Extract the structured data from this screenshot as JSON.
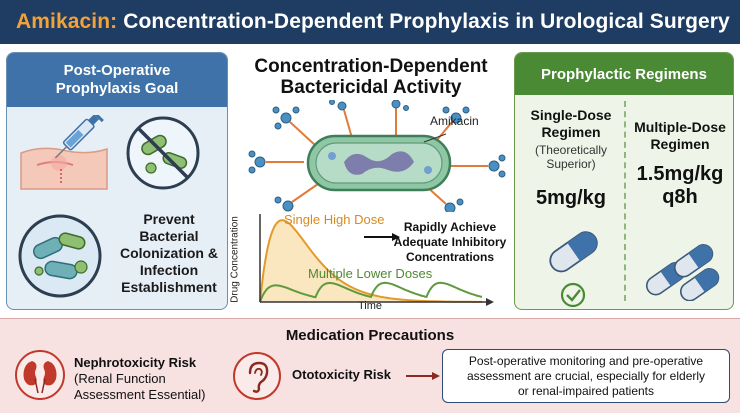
{
  "header": {
    "drug": "Amikacin:",
    "title": " Concentration-Dependent Prophylaxis in Urological Surgery"
  },
  "left_panel": {
    "heading_line1": "Post-Operative",
    "heading_line2": "Prophylaxis Goal",
    "goal_line1": "Prevent",
    "goal_line2": "Bacterial",
    "goal_line3": "Colonization &",
    "goal_line4": "Infection",
    "goal_line5": "Establishment"
  },
  "center": {
    "title_line1": "Concentration-Dependent",
    "title_line2": "Bactericidal Activity",
    "drug_label": "Amikacin",
    "outcome_line1": "Rapidly Achieve",
    "outcome_line2": "Adequate Inhibitory",
    "outcome_line3": "Concentrations",
    "graph": {
      "ylabel": "Drug Concentration",
      "xlabel": "Time",
      "series_single": "Single High Dose",
      "series_multiple": "Multiple Lower Doses"
    }
  },
  "right_panel": {
    "heading": "Prophylactic Regimens",
    "single": {
      "title_line1": "Single-Dose",
      "title_line2": "Regimen",
      "note_line1": "(Theoretically",
      "note_line2": "Superior)",
      "dose": "5mg/kg"
    },
    "multiple": {
      "title_line1": "Multiple-Dose",
      "title_line2": "Regimen",
      "dose_line1": "1.5mg/kg",
      "dose_line2": "q8h"
    }
  },
  "precautions": {
    "heading": "Medication Precautions",
    "nephro_title": "Nephrotoxicity Risk",
    "nephro_note_line1": "(Renal Function",
    "nephro_note_line2": "Assessment Essential)",
    "oto_title": "Ototoxicity Risk",
    "note_line1": "Post-operative monitoring and pre-operative",
    "note_line2": "assessment are crucial, especially for elderly",
    "note_line3": "or renal-impaired patients"
  },
  "colors": {
    "header_bg": "#1f3d62",
    "accent_orange": "#f2a23a",
    "left_blue": "#3e72a8",
    "right_green": "#4a8a35",
    "alert_red": "#c0392b"
  }
}
